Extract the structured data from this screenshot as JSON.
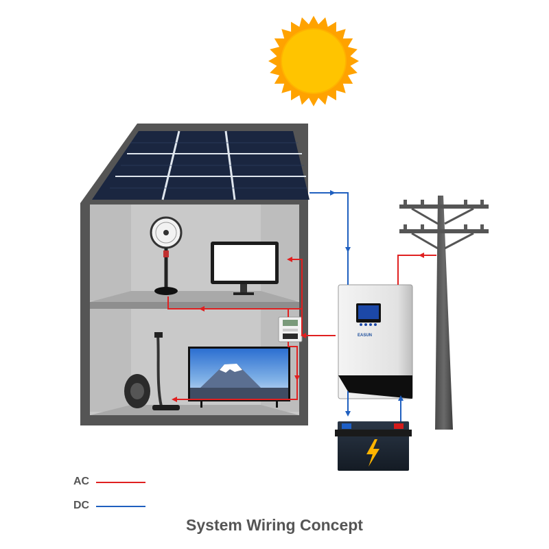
{
  "caption": "System Wiring Concept",
  "legend": [
    {
      "label": "AC",
      "color": "#e02020"
    },
    {
      "label": "DC",
      "color": "#1f5fbf"
    }
  ],
  "inverter_brand": "EASUN",
  "colors": {
    "ac": "#e02020",
    "dc": "#1f5fbf",
    "house": "#555555",
    "house_interior": "#c9c9c9",
    "sun": "#ffc400",
    "sun_rays": "#ffa200",
    "panel": "#1a2640"
  },
  "icons": [
    "sun-icon",
    "solar-panel-icon",
    "fan-icon",
    "monitor-icon",
    "meter-icon",
    "tv-icon",
    "vacuum-icon",
    "inverter-icon",
    "battery-icon",
    "lightning-icon",
    "utility-pole-icon"
  ]
}
